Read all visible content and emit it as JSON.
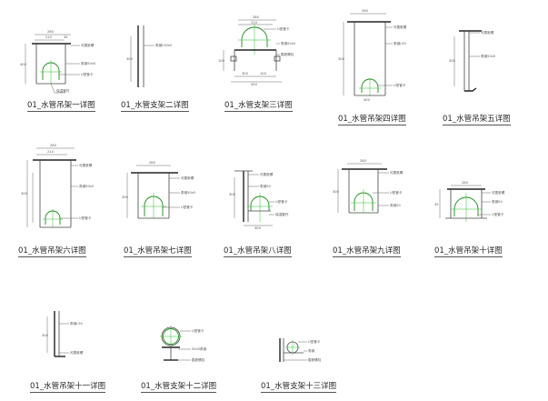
{
  "captions": [
    {
      "key": "d1",
      "label": "01_水管吊架一详图"
    },
    {
      "key": "d2",
      "label": "01_水管支架二详图"
    },
    {
      "key": "d3",
      "label": "01_水管支架三详图"
    },
    {
      "key": "d4",
      "label": "01_水管吊架四详图"
    },
    {
      "key": "d5",
      "label": "01_水管吊架五详图"
    },
    {
      "key": "d6",
      "label": "01_水管吊架六详图"
    },
    {
      "key": "d7",
      "label": "01_水管吊架七详图"
    },
    {
      "key": "d8",
      "label": "01_水管吊架八详图"
    },
    {
      "key": "d9",
      "label": "01_水管吊架九详图"
    },
    {
      "key": "d10",
      "label": "01_水管吊架十详图"
    },
    {
      "key": "d11",
      "label": "01_水管吊架十一详图"
    },
    {
      "key": "d12",
      "label": "01_水管支架十二详图"
    },
    {
      "key": "d13",
      "label": "01_水管支架十三详图"
    }
  ],
  "labels": {
    "d1": {
      "dim_top": "280",
      "dim_a": "210",
      "dim_b": "35",
      "dim_side": "400",
      "note1": "可膨胀螺",
      "note2": "角钢50x5",
      "note3": "U型管卡",
      "note4": "保温管托"
    },
    "d2": {
      "dim_side": "300",
      "note1": "角钢L50x5"
    },
    "d3": {
      "dim_a": "280",
      "dim_b": "210",
      "note1": "U型管卡",
      "note2": "角钢50x5",
      "note3": "膨胀螺栓",
      "dim_c": "300",
      "dim_d": "400"
    },
    "d4": {
      "dim_top": "280",
      "dim_side": "300",
      "note1": "可膨胀螺",
      "note2": "角钢L50",
      "note3": "U型管卡",
      "dim_a": "400"
    },
    "d5": {
      "dim_side": "300",
      "note1": "可膨胀螺",
      "note2": "角钢50x5"
    },
    "d6": {
      "dim_top": "280",
      "dim_a": "210",
      "dim_side": "300",
      "note1": "可膨胀螺",
      "note2": "角钢50x5",
      "note3": "U型管卡"
    },
    "d7": {
      "dim_top": "280",
      "dim_side": "300",
      "note1": "可膨胀螺",
      "note2": "角钢50x5",
      "note3": "U型管卡"
    },
    "d8": {
      "dim_side": "300",
      "note1": "可膨胀螺",
      "note2": "角钢50",
      "note3": "U型管卡",
      "note4": "保温管托",
      "dim_a": "300"
    },
    "d9": {
      "dim_top": "280",
      "dim_side": "300",
      "note1": "可膨胀螺",
      "note2": "U型管卡",
      "note3": "角钢50"
    },
    "d10": {
      "dim_top": "280",
      "note1": "可膨胀螺",
      "note2": "角钢50",
      "note3": "U型管卡",
      "dim_a": "35"
    },
    "d11": {
      "dim_side": "300",
      "note1": "角钢L50",
      "note2": "可膨胀螺"
    },
    "d12": {
      "note1": "U型管卡",
      "note2": "50x5角钢",
      "note3": "膨胀螺栓"
    },
    "d13": {
      "note1": "U型管卡",
      "note2": "角钢",
      "note3": "膨胀螺栓"
    }
  }
}
